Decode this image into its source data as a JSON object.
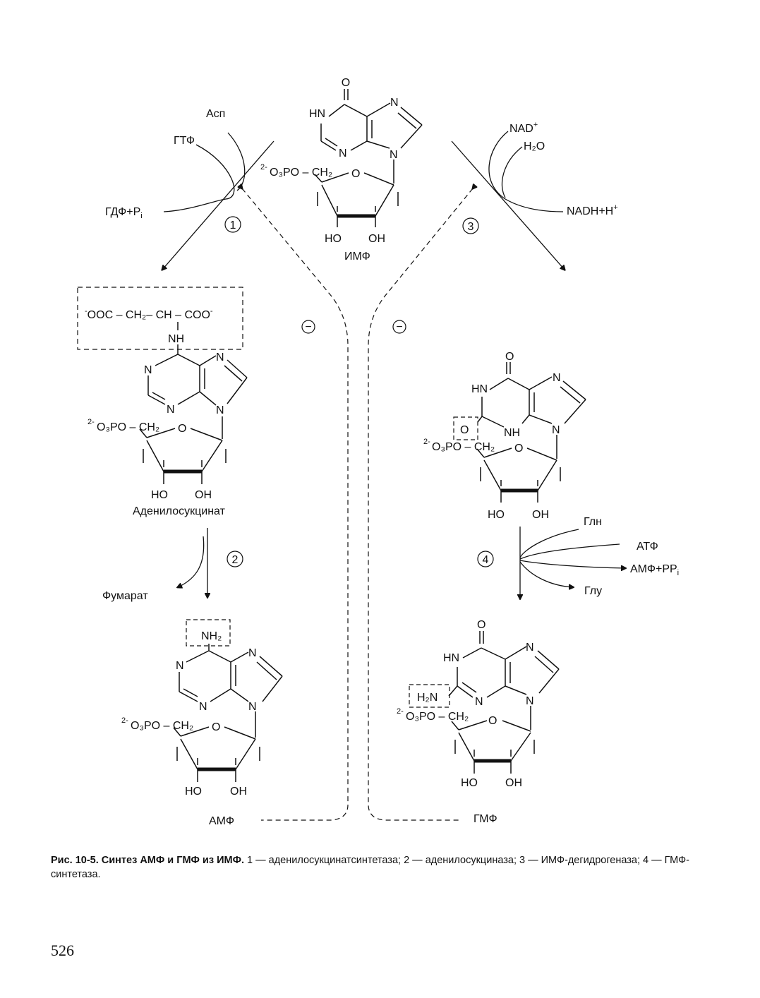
{
  "imp": {
    "O": "O",
    "HN": "HN",
    "N1": "N",
    "N2": "N",
    "N3": "N",
    "phosphate_sup": "2-",
    "phosphate": "O₃PO – CH₂",
    "O_ring": "O",
    "HO": "HO",
    "OH": "OH",
    "name": "ИМФ"
  },
  "reaction1": {
    "asp": "Асп",
    "gtp": "ГТФ",
    "gdp_pi": "ГДФ+P",
    "gdp_pi_sub": "i",
    "number": "1"
  },
  "reaction3": {
    "nad": "NAD",
    "nad_sup": "+",
    "h2o": "H₂O",
    "nadh": "NADH+H",
    "nadh_sup": "+",
    "number": "3"
  },
  "inhibition": {
    "left": "−",
    "right": "−"
  },
  "adenylosuccinate": {
    "chain_left_sup": "-",
    "chain": "OOC – CH₂– CH – COO",
    "chain_right_sup": "-",
    "NH": "NH",
    "N1": "N",
    "N2": "N",
    "N3": "N",
    "N4": "N",
    "phosphate_sup": "2-",
    "phosphate": "O₃PO – CH₂",
    "O_ring": "O",
    "HO": "HO",
    "OH": "OH",
    "name": "Аденилосукцинат"
  },
  "reaction2": {
    "fumarate": "Фумарат",
    "number": "2"
  },
  "amp": {
    "NH2": "NH₂",
    "N1": "N",
    "N2": "N",
    "N3": "N",
    "N4": "N",
    "phosphate_sup": "2-",
    "phosphate": "O₃PO – CH₂",
    "O_ring": "O",
    "HO": "HO",
    "OH": "OH",
    "name": "АМФ"
  },
  "xmp": {
    "O_top": "O",
    "HN": "HN",
    "O_box": "O",
    "NH": "NH",
    "N1": "N",
    "N2": "N",
    "phosphate_sup": "2-",
    "phosphate": "O₃PO – CH₂",
    "O_ring": "O",
    "HO": "HO",
    "OH": "OH"
  },
  "reaction4": {
    "gln": "Глн",
    "atp": "АТФ",
    "amp_ppi": "АМФ+PP",
    "amp_ppi_sub": "i",
    "glu": "Глу",
    "number": "4"
  },
  "gmp": {
    "O_top": "O",
    "HN": "HN",
    "H2N": "H₂N",
    "N1": "N",
    "N2": "N",
    "N3": "N",
    "phosphate_sup": "2-",
    "phosphate": "O₃PO – CH₂",
    "O_ring": "O",
    "HO": "HO",
    "OH": "OH",
    "name": "ГМФ"
  },
  "caption": {
    "bold": "Рис. 10-5. Синтез АМФ и ГМФ из ИМФ.",
    "text": " 1 — аденилосукцинатсинтетаза; 2 — аденилосукциназа; 3 — ИМФ-дегидрогеназа; 4 — ГМФ-синтетаза."
  },
  "page_number": "526"
}
